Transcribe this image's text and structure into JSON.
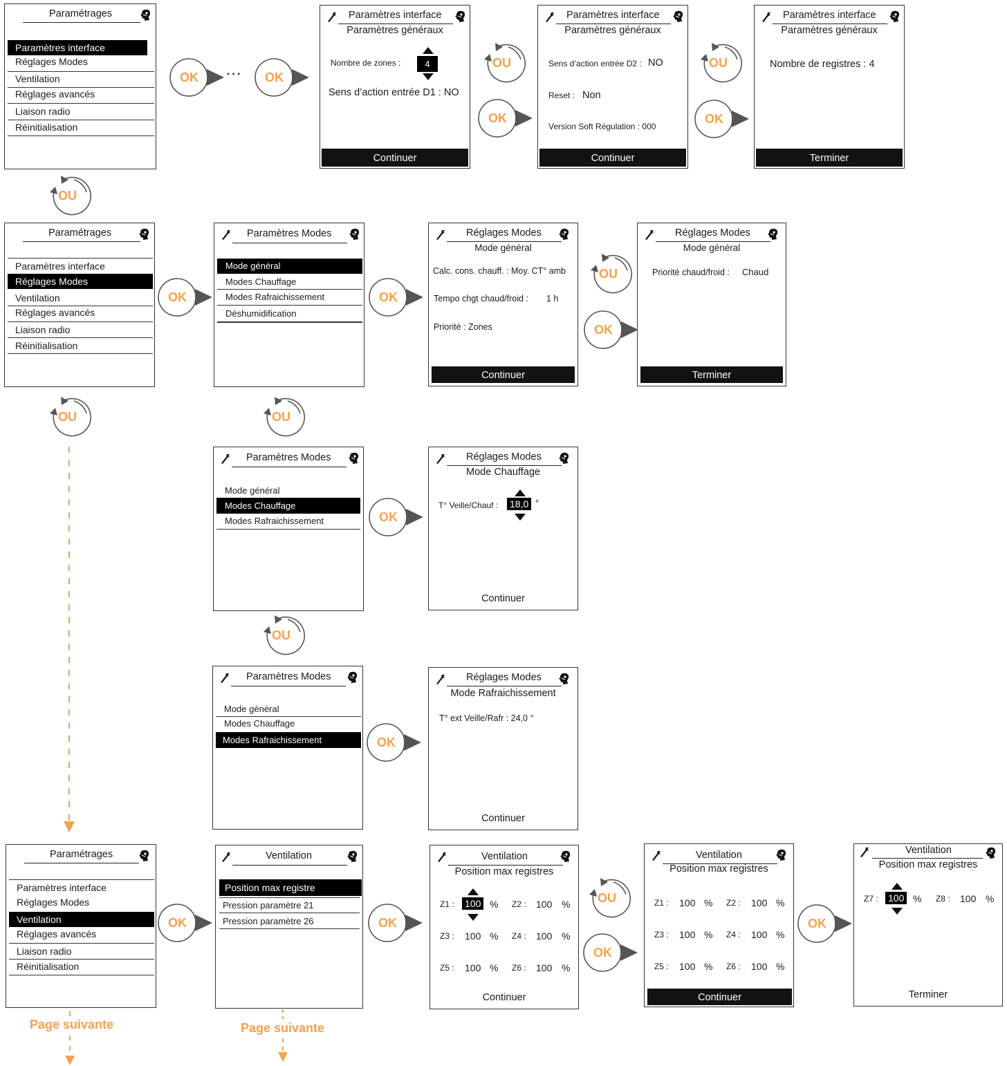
{
  "colors": {
    "accent": "#f7a14a",
    "screen_border": "#333333",
    "selection": "#000000",
    "arrow": "#555555"
  },
  "buttons": {
    "ok": "OK",
    "ou": "OU",
    "ellipsis": "• • •"
  },
  "next_page": "Page suivante",
  "common": {
    "continuer": "Continuer",
    "terminer": "Terminer"
  },
  "s1": {
    "title": "Paramétrages",
    "items": [
      "Paramètres interface",
      "Réglages Modes",
      "Ventilation",
      "Réglages avancés",
      "Liaison radio",
      "Réinitialisation"
    ]
  },
  "pi1": {
    "title": "Paramètres interface",
    "subtitle": "Paramètres généraux",
    "zones_label": "Nombre de zones :",
    "zones_value": "4",
    "d1": "Sens d’action entrée D1 : NO"
  },
  "pi2": {
    "title": "Paramètres interface",
    "subtitle": "Paramètres généraux",
    "d2_label": "Sens d’action entrée D2 :",
    "d2_value": "NO",
    "reset_label": "Reset :",
    "reset_value": "Non",
    "version": "Version Soft Régulation : 000"
  },
  "pi3": {
    "title": "Paramètres interface",
    "subtitle": "Paramètres généraux",
    "registres": "Nombre de registres : 4"
  },
  "pm1": {
    "title": "Paramètres Modes",
    "items": [
      "Mode général",
      "Modes Chauffage",
      "Modes Rafraichissement",
      "Déshumidification"
    ]
  },
  "rm1": {
    "title": "Réglages Modes",
    "subtitle": "Mode général",
    "calc": "Calc. cons. chauff. : Moy. CT° amb",
    "tempo_label": "Tempo chgt chaud/froid :",
    "tempo_value": "1  h",
    "priorite": "Priorité : Zones"
  },
  "rm2": {
    "title": "Réglages Modes",
    "subtitle": "Mode général",
    "prio_label": "Priorité chaud/froid :",
    "prio_value": "Chaud"
  },
  "pm2": {
    "title": "Paramètres Modes",
    "items": [
      "Mode général",
      "Modes Chauffage",
      "Modes Rafraichissement"
    ]
  },
  "rm3": {
    "title": "Réglages Modes",
    "subtitle": "Mode Chauffage",
    "veille_label": "T° Veille/Chauf :",
    "veille_value": "18,0",
    "veille_unit": "°"
  },
  "pm3": {
    "title": "Paramètres Modes",
    "items": [
      "Mode général",
      "Modes Chauffage",
      "Modes Rafraichissement"
    ]
  },
  "rm4": {
    "title": "Réglages Modes",
    "subtitle": "Mode Rafraichissement",
    "ext": "T° ext Veille/Rafr : 24,0 °"
  },
  "ve1": {
    "title": "Ventilation",
    "items": [
      "Position max registre",
      "Pression paramètre 21",
      "Pression paramètre 26"
    ]
  },
  "ve2": {
    "title": "Ventilation",
    "subtitle": "Position max registres",
    "zones": [
      {
        "l": "Z1 :",
        "v": "100"
      },
      {
        "l": "Z2 :",
        "v": "100"
      },
      {
        "l": "Z3 :",
        "v": "100"
      },
      {
        "l": "Z4 :",
        "v": "100"
      },
      {
        "l": "Z5 :",
        "v": "100"
      },
      {
        "l": "Z6 :",
        "v": "100"
      }
    ],
    "unit": "%"
  },
  "ve3": {
    "title": "Ventilation",
    "subtitle": "Position max registres",
    "zones": [
      {
        "l": "Z1 :",
        "v": "100"
      },
      {
        "l": "Z2 :",
        "v": "100"
      },
      {
        "l": "Z3 :",
        "v": "100"
      },
      {
        "l": "Z4 :",
        "v": "100"
      },
      {
        "l": "Z5 :",
        "v": "100"
      },
      {
        "l": "Z6 :",
        "v": "100"
      }
    ],
    "unit": "%"
  },
  "ve4": {
    "title": "Ventilation",
    "subtitle": "Position max registres",
    "zones": [
      {
        "l": "Z7 :",
        "v": "100"
      },
      {
        "l": "Z8 :",
        "v": "100"
      }
    ],
    "unit": "%"
  }
}
